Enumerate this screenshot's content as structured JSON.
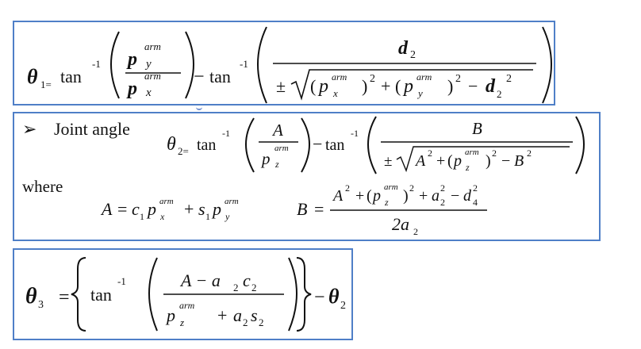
{
  "equations": {
    "theta1": {
      "theta": "θ",
      "sub1": "1=",
      "tan": "tan",
      "inv": "-1",
      "p": "p",
      "arm": "arm",
      "y": "y",
      "x": "x",
      "minus": "−",
      "d": "d",
      "two": "2",
      "pm": "±",
      "paren_open": "(",
      "paren_close": ")",
      "sq": "2"
    },
    "theta2": {
      "bullet": "➢",
      "label": "Joint angle",
      "sub": "2=",
      "A": "A",
      "B": "B",
      "z": "z",
      "where": "where",
      "A_lhs": "A",
      "eq": "=",
      "c1": "c",
      "s1": "s",
      "one": "1",
      "plus": "+",
      "a": "a",
      "four": "4",
      "den": "2a"
    },
    "theta3": {
      "sub": "3",
      "A_minus": "A − a",
      "c2": "c",
      "s2": "s",
      "lbrace": "{",
      "rbrace": "}"
    }
  }
}
